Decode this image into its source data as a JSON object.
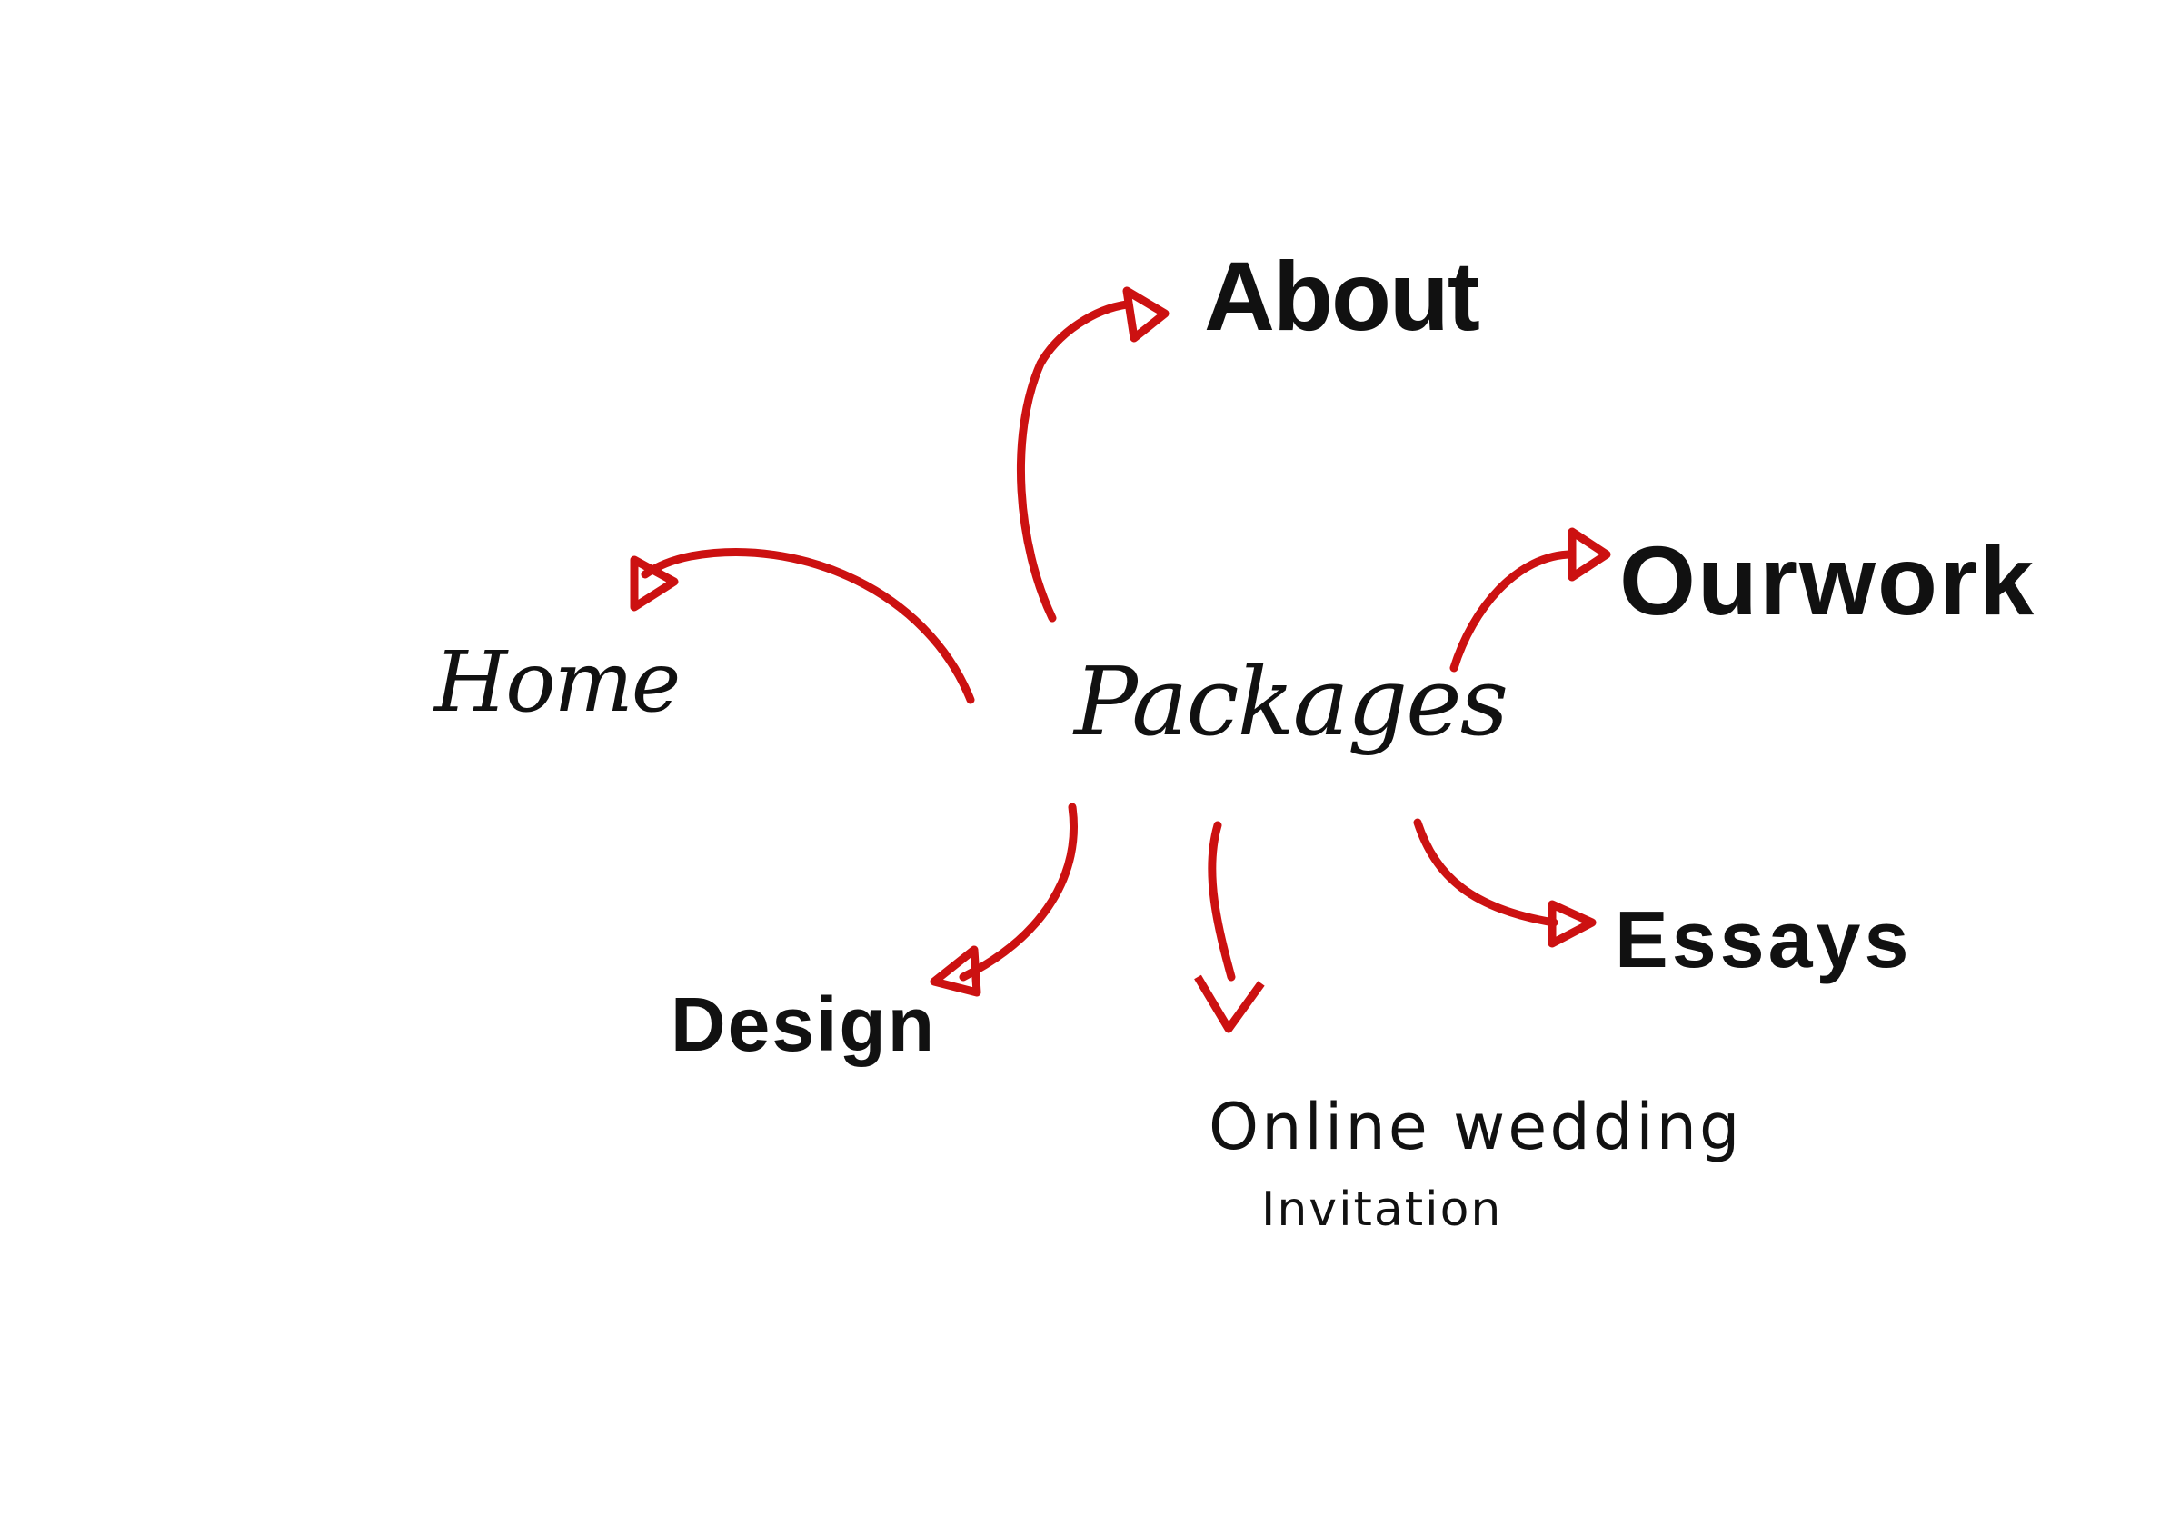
{
  "diagram": {
    "center": "Packages",
    "nodes": {
      "home": "Home",
      "about": "About",
      "ourwork": "Ourwork",
      "essays": "Essays",
      "design": "Design",
      "online_line1": "Online wedding",
      "online_line2": "Invitation"
    },
    "colors": {
      "arrow": "#cc1111",
      "text": "#111111",
      "background": "#ffffff"
    }
  }
}
